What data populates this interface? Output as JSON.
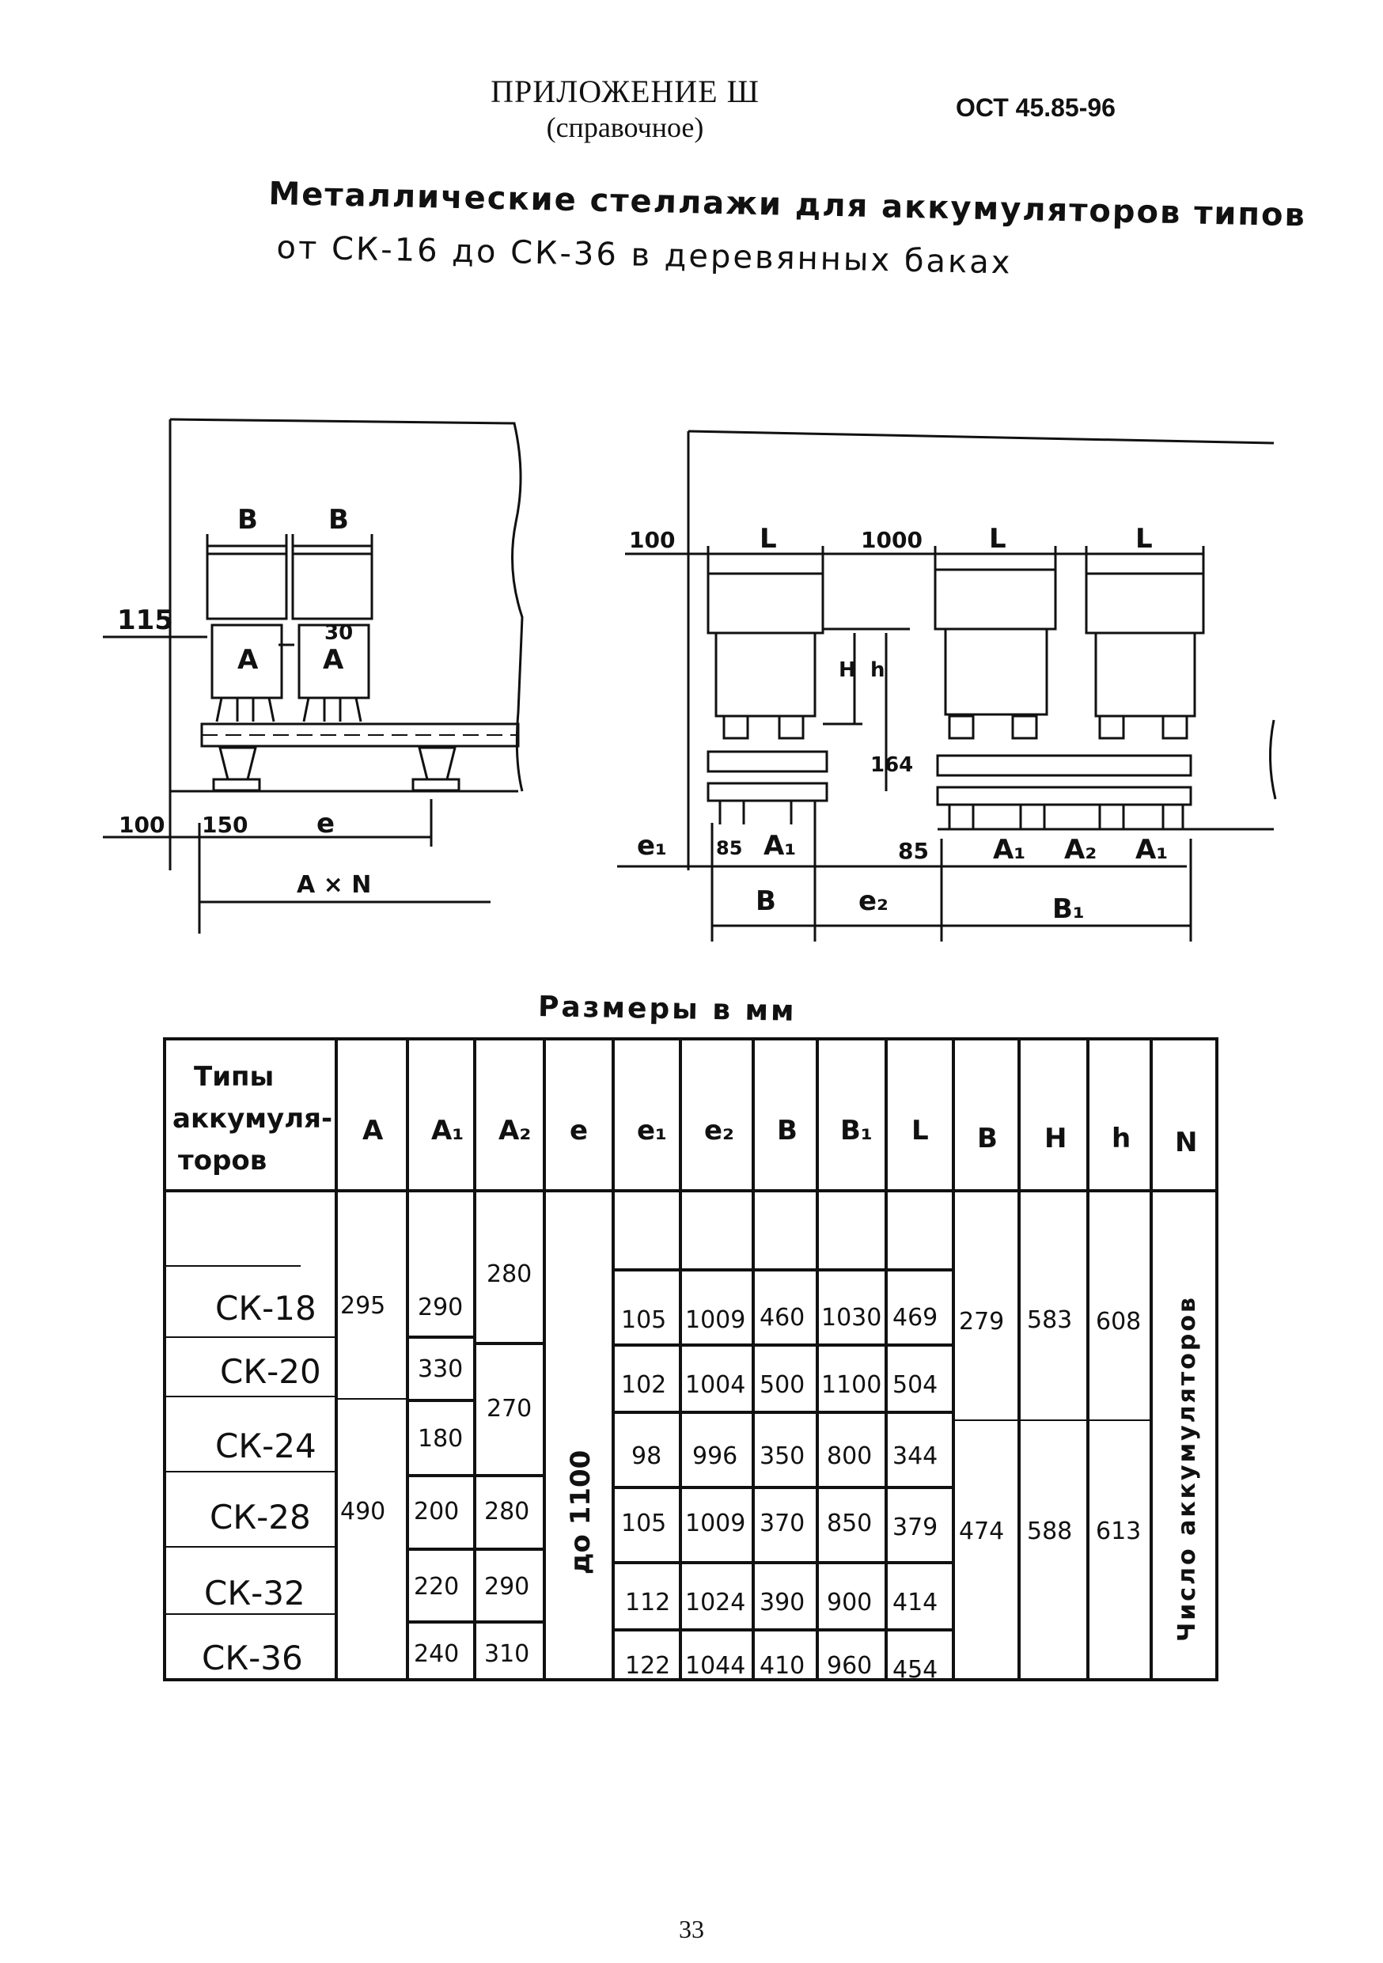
{
  "header": {
    "appendix_title": "ПРИЛОЖЕНИЕ Ш",
    "appendix_note": "(справочное)",
    "standard": "ОСТ 45.85-96"
  },
  "title": {
    "line1": "Металлические стеллажи для аккумуляторов типов",
    "line2": "от СК-16 до СК-36 в деревянных баках"
  },
  "drawing_left": {
    "labels": {
      "b1": "B",
      "b2": "B",
      "dim115": "115",
      "dim30": "30",
      "a1": "A",
      "a2": "A",
      "dim100": "100",
      "dim150": "150",
      "e": "e",
      "axn": "A × N"
    }
  },
  "drawing_right": {
    "labels": {
      "dim100": "100",
      "l1": "L",
      "dim1000": "1000",
      "l2": "L",
      "l3": "L",
      "h": "H",
      "hsmall": "h",
      "dim164": "164",
      "e1": "e₁",
      "dim85a": "85",
      "a1a": "A₁",
      "dim85b": "85",
      "a1b": "A₁",
      "a2": "A₂",
      "a1c": "A₁",
      "b": "B",
      "e2": "e₂",
      "b1": "B₁"
    }
  },
  "dims_caption": "Размеры в мм",
  "table": {
    "headers": [
      "Типы аккумуля-торов",
      "A",
      "A₁",
      "A₂",
      "e",
      "e₁",
      "e₂",
      "B",
      "B₁",
      "L",
      "B",
      "H",
      "h",
      "N"
    ],
    "header_type": [
      "Типы",
      "аккумуля-",
      "торов"
    ],
    "types": [
      "СК-18",
      "СК-20",
      "СК-24",
      "СК-28",
      "СК-32",
      "СК-36"
    ],
    "A": [
      "295",
      "490"
    ],
    "A1": [
      "290",
      "330",
      "180",
      "200",
      "220",
      "240"
    ],
    "A2": [
      "280",
      "270",
      "280",
      "290",
      "310"
    ],
    "e_merged": "до 1100",
    "e1": [
      "105",
      "102",
      "98",
      "105",
      "112",
      "122"
    ],
    "e2": [
      "1009",
      "1004",
      "996",
      "1009",
      "1024",
      "1044"
    ],
    "B": [
      "460",
      "500",
      "350",
      "370",
      "390",
      "410"
    ],
    "B1": [
      "1030",
      "1100",
      "800",
      "850",
      "900",
      "960"
    ],
    "L": [
      "469",
      "504",
      "344",
      "379",
      "414",
      "454"
    ],
    "Bw": [
      "279",
      "474"
    ],
    "H": [
      "583",
      "588"
    ],
    "h": [
      "608",
      "613"
    ],
    "N_merged": "Число аккумуляторов"
  },
  "page_number": "33"
}
